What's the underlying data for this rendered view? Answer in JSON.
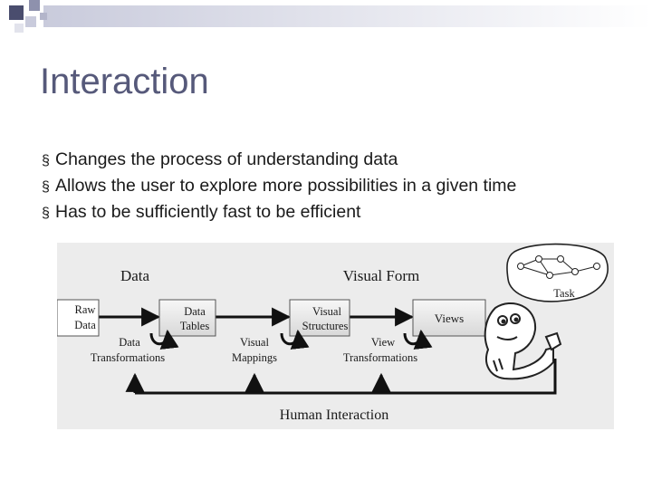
{
  "slide": {
    "title": "Interaction",
    "bullet_marker": "§",
    "bullets": [
      "Changes the process of understanding data",
      "Allows the user to explore more possibilities in a given time",
      "Has to be sufficiently fast to be efficient"
    ]
  },
  "figure": {
    "header_data": "Data",
    "header_visual_form": "Visual Form",
    "task_label": "Task",
    "boxes": {
      "raw_data": [
        "Raw",
        "Data"
      ],
      "data_tables": [
        "Data",
        "Tables"
      ],
      "visual_structures": [
        "Visual",
        "Structures"
      ],
      "views": "Views"
    },
    "transforms": {
      "data_transformations": [
        "Data",
        "Transformations"
      ],
      "visual_mappings": [
        "Visual",
        "Mappings"
      ],
      "view_transformations": [
        "View",
        "Transformations"
      ]
    },
    "human_interaction": "Human Interaction"
  },
  "colors": {
    "title": "#56597a",
    "decoration_dark": "#4a4d6e",
    "decoration_light": "#c9cbdc"
  }
}
